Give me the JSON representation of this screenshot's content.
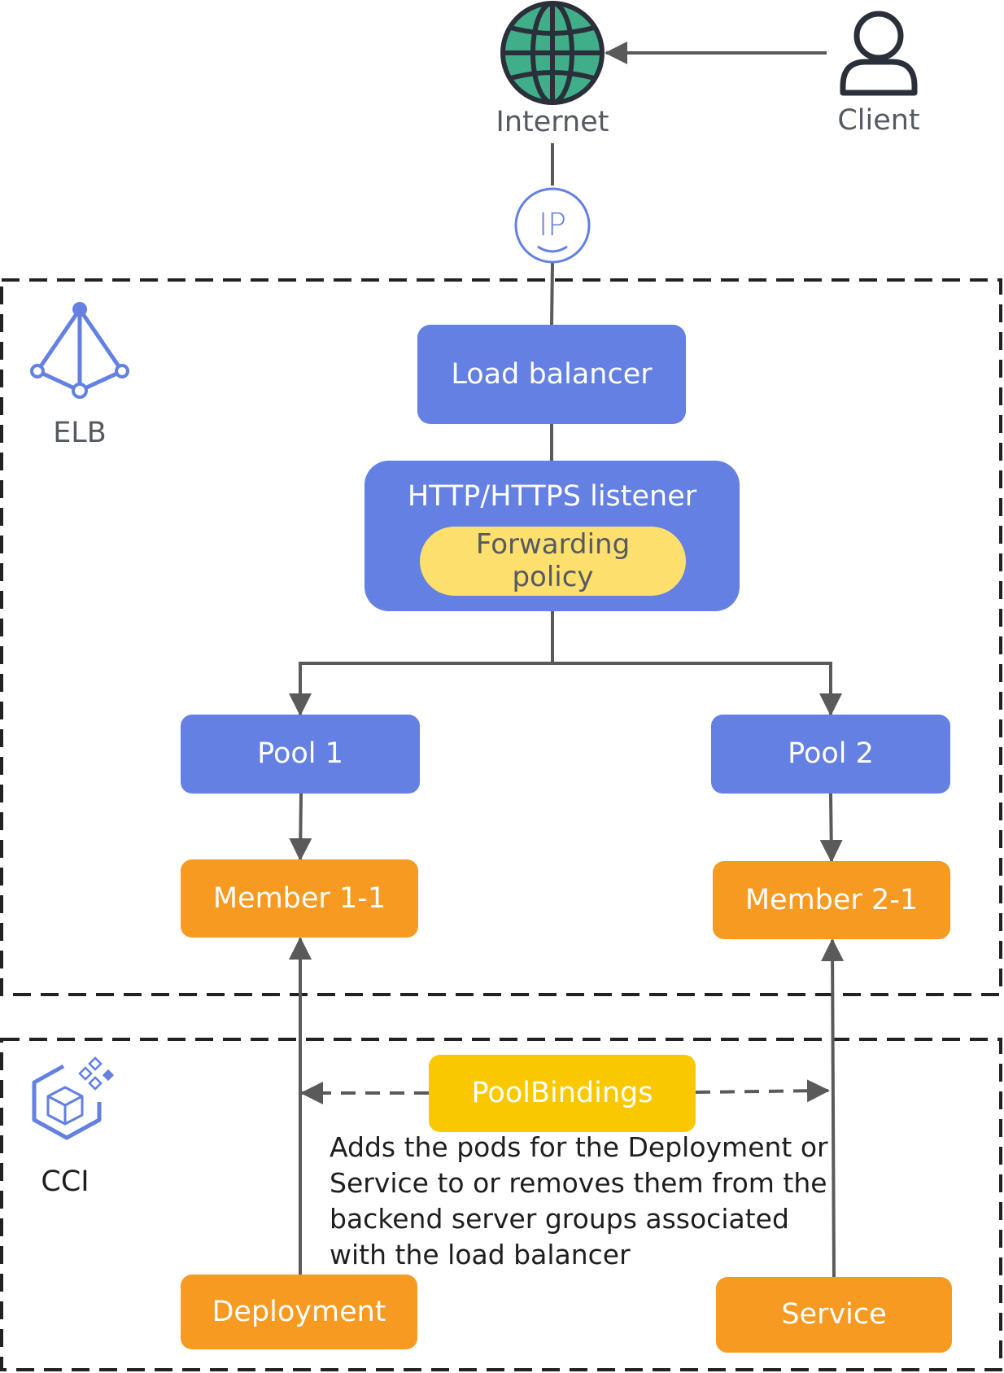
{
  "external": {
    "internet_label": "Internet",
    "client_label": "Client",
    "ip_label": "IP"
  },
  "elb": {
    "label": "ELB",
    "load_balancer": "Load balancer",
    "listener": "HTTP/HTTPS listener",
    "forwarding_policy": "Forwarding policy",
    "pools": [
      {
        "name": "Pool 1",
        "member": "Member 1-1"
      },
      {
        "name": "Pool 2",
        "member": "Member 2-1"
      }
    ]
  },
  "cci": {
    "label": "CCI",
    "pool_bindings": "PoolBindings",
    "description": "Adds the pods for the Deployment or Service to or removes them from the backend server groups associated with the load balancer",
    "deployment": "Deployment",
    "service": "Service"
  },
  "colors": {
    "node_blue": "#6380e2",
    "node_orange": "#f79a22",
    "node_yellow": "#fac800",
    "policy_yellow": "#fddf6e",
    "globe_green": "#3fae89",
    "line_gray": "#5a5a5a"
  }
}
